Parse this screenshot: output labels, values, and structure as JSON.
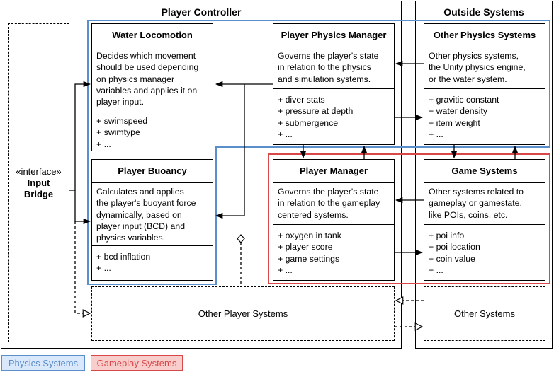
{
  "player_controller": {
    "title": "Player Controller"
  },
  "outside_systems": {
    "title": "Outside Systems"
  },
  "input_bridge": {
    "stereotype": "«interface»",
    "name": "Input",
    "name2": "Bridge"
  },
  "water_locomotion": {
    "title": "Water Locomotion",
    "description": [
      "Decides which movement",
      "should be used depending",
      "on physics manager",
      "variables and applies it on",
      "player input."
    ],
    "attributes": [
      "+ swimspeed",
      "+ swimtype",
      "+ ..."
    ]
  },
  "player_buoyancy": {
    "title": "Player Buoancy",
    "description": [
      "Calculates and applies",
      "the player's buoyant force",
      "dynamically, based  on",
      "player input (BCD) and",
      "physics variables."
    ],
    "attributes": [
      "+ bcd inflation",
      "+ ..."
    ]
  },
  "player_physics_manager": {
    "title": "Player Physics Manager",
    "description": [
      "Governs the player's state",
      "in relation to the physics",
      "and simulation systems."
    ],
    "attributes": [
      "+ diver stats",
      "+ pressure at depth",
      "+ submergence",
      "+ ..."
    ]
  },
  "player_manager": {
    "title": "Player Manager",
    "description": [
      "Governs the player's state",
      "in relation to the gameplay",
      "centered systems."
    ],
    "attributes": [
      "+ oxygen in tank",
      "+ player score",
      "+ game settings",
      "+ ..."
    ]
  },
  "other_physics_systems": {
    "title": "Other Physics Systems",
    "description": [
      "Other physics systems,",
      "the Unity physics engine,",
      "or the water system."
    ],
    "attributes": [
      "+ gravitic constant",
      "+ water density",
      "+ item weight",
      "+ ..."
    ]
  },
  "game_systems": {
    "title": "Game Systems",
    "description": [
      "Other systems related to",
      "gameplay or gamestate,",
      "like POIs, coins, etc."
    ],
    "attributes": [
      "+ poi info",
      "+ poi location",
      "+ coin value",
      "+ ..."
    ]
  },
  "other_player_systems": {
    "label": "Other Player Systems"
  },
  "other_systems": {
    "label": "Other Systems"
  },
  "legend": {
    "physics": "Physics Systems",
    "gameplay": "Gameplay Systems"
  },
  "colors": {
    "physics": "#5b8fcb",
    "gameplay": "#d94848",
    "line": "#000000"
  }
}
